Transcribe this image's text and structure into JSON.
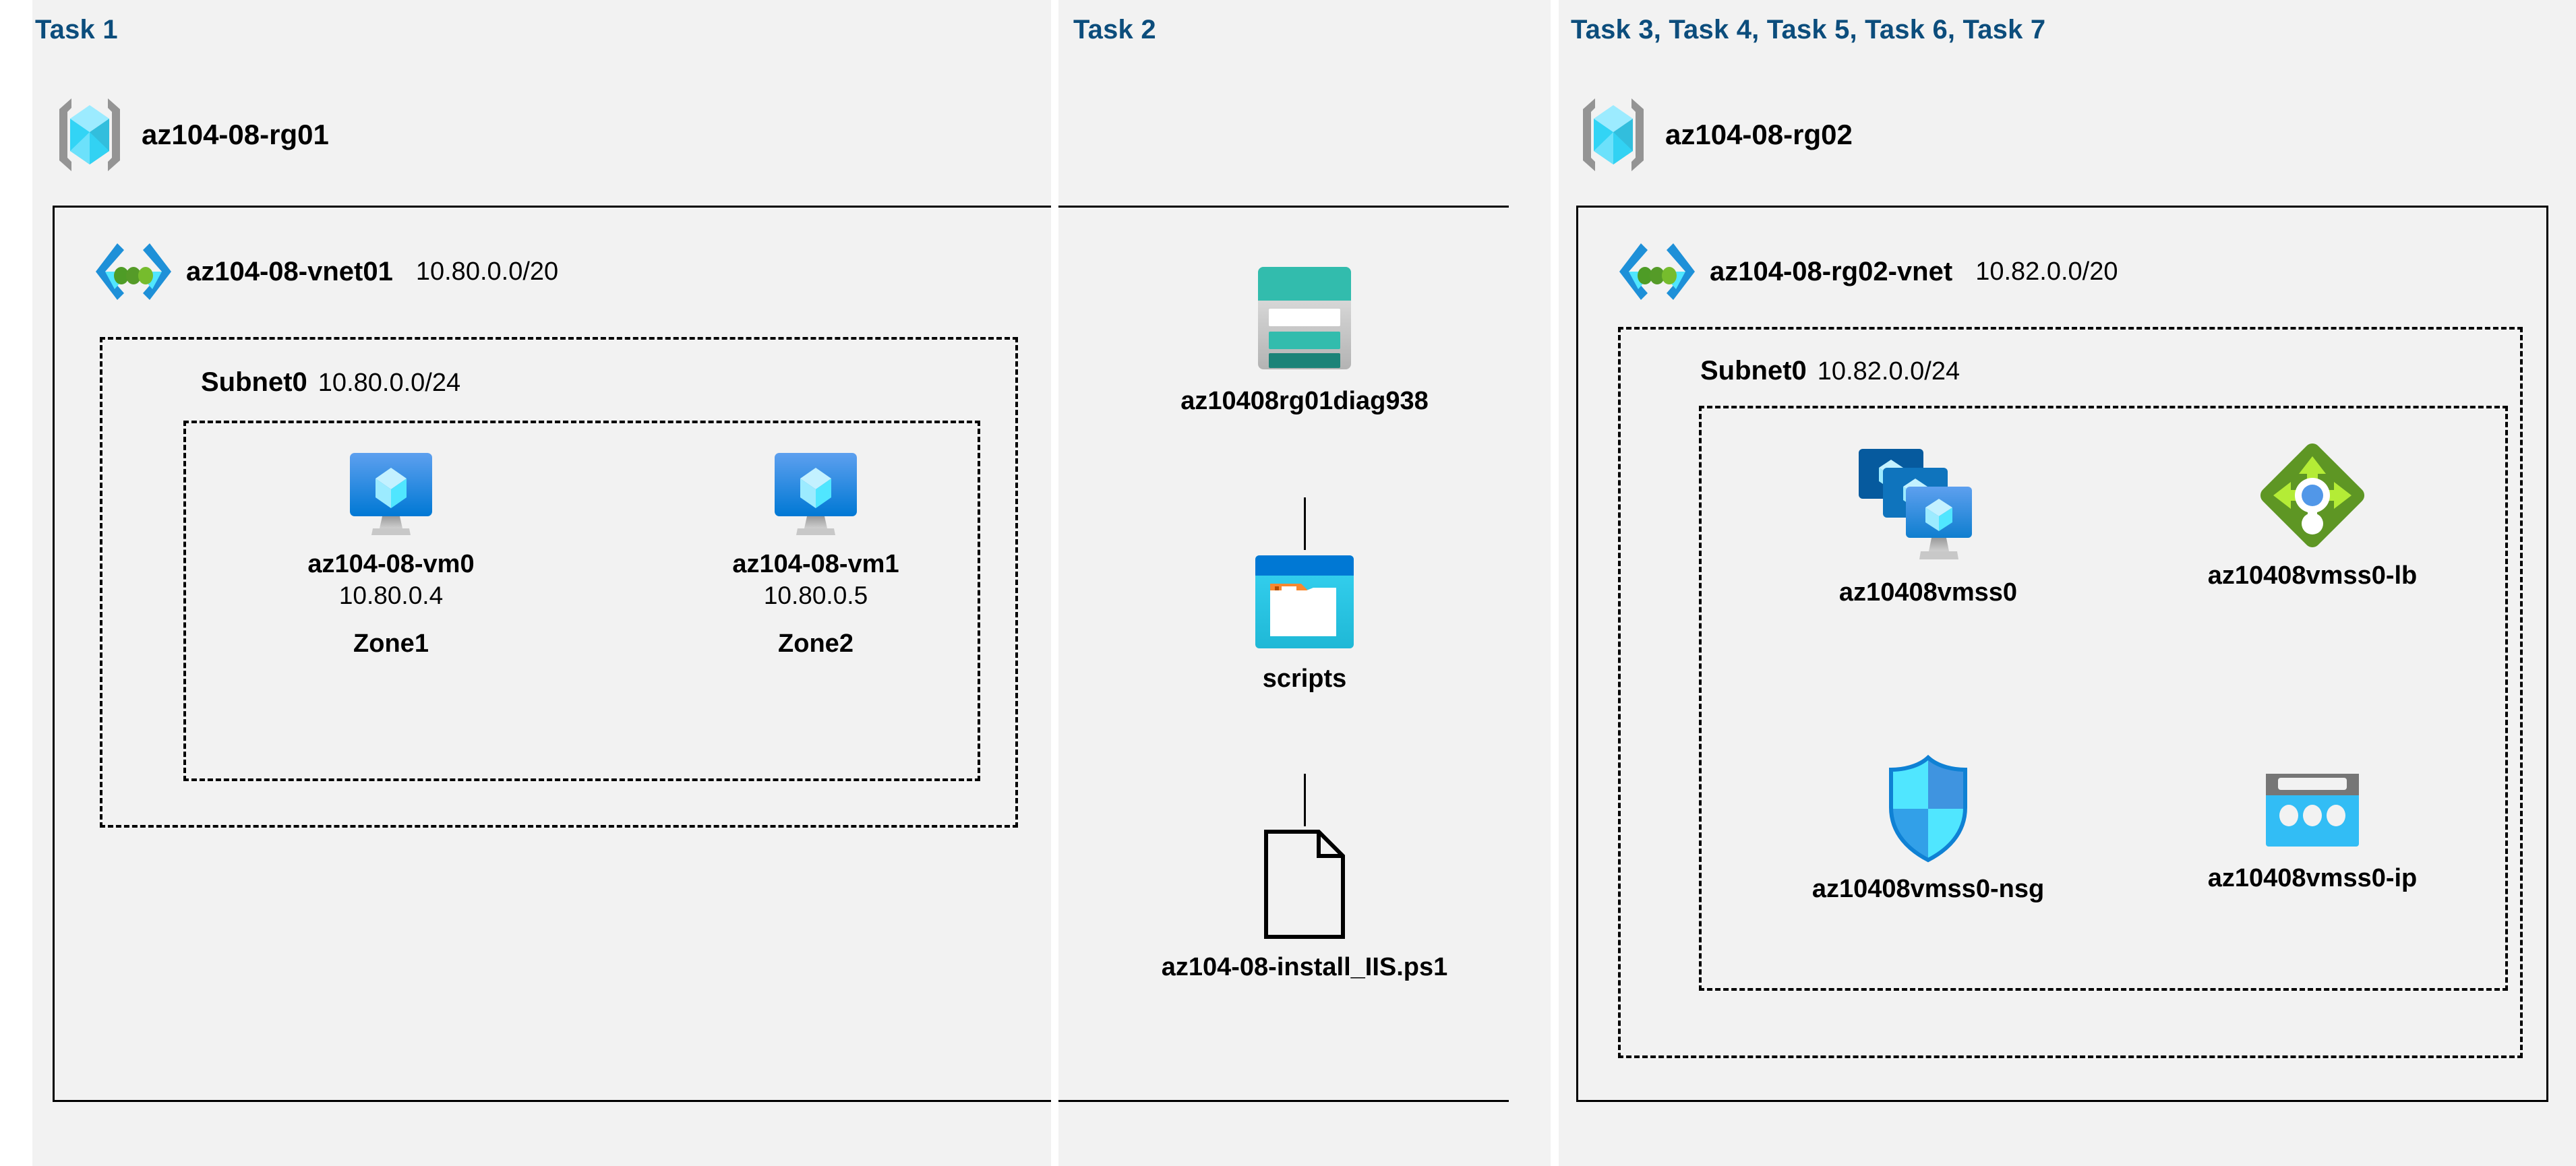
{
  "tasks": [
    {
      "id": "task1",
      "title": "Task 1"
    },
    {
      "id": "task2",
      "title": "Task 2"
    },
    {
      "id": "task3",
      "title": "Task 3, Task 4, Task 5, Task 6, Task 7"
    }
  ],
  "colors": {
    "task_title": "#0c4d7c",
    "panel_background": "#f2f2f2",
    "page_background": "#ffffff",
    "border": "#000000",
    "azure_blue": "#0078d4",
    "azure_cyan": "#50e6ff",
    "vnet_green": "#5e9624",
    "storage_teal": "#32bcad",
    "lb_green": "#7ab800",
    "nsg_blue": "#32bdf5",
    "folder_orange": "#f7882f"
  },
  "resource_group_1": {
    "icon": "resource-group-icon",
    "name": "az104-08-rg01"
  },
  "resource_group_2": {
    "icon": "resource-group-icon",
    "name": "az104-08-rg02"
  },
  "vnet_1": {
    "icon": "virtual-network-icon",
    "name": "az104-08-vnet01",
    "cidr": "10.80.0.0/20"
  },
  "vnet_2": {
    "icon": "virtual-network-icon",
    "name": "az104-08-rg02-vnet",
    "cidr": "10.82.0.0/20"
  },
  "subnet_1": {
    "name": "Subnet0",
    "cidr": "10.80.0.0/24"
  },
  "subnet_2": {
    "name": "Subnet0",
    "cidr": "10.82.0.0/24"
  },
  "vms": [
    {
      "icon": "virtual-machine-icon",
      "name": "az104-08-vm0",
      "ip": "10.80.0.4",
      "zone": "Zone1"
    },
    {
      "icon": "virtual-machine-icon",
      "name": "az104-08-vm1",
      "ip": "10.80.0.5",
      "zone": "Zone2"
    }
  ],
  "storage_chain": [
    {
      "icon": "storage-account-icon",
      "name": "az10408rg01diag938"
    },
    {
      "icon": "blob-container-icon",
      "name": "scripts"
    },
    {
      "icon": "script-file-icon",
      "name": "az104-08-install_IIS.ps1"
    }
  ],
  "rg02_resources": [
    {
      "icon": "vm-scale-set-icon",
      "name": "az10408vmss0"
    },
    {
      "icon": "load-balancer-icon",
      "name": "az10408vmss0-lb"
    },
    {
      "icon": "network-security-group-icon",
      "name": "az10408vmss0-nsg"
    },
    {
      "icon": "public-ip-address-icon",
      "name": "az10408vmss0-ip"
    }
  ]
}
